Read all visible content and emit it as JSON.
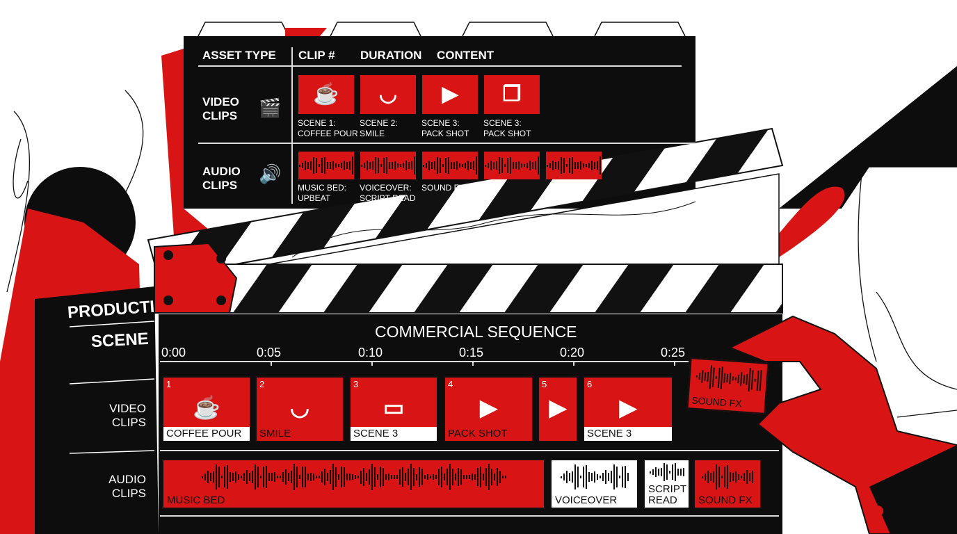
{
  "asset_sheet": {
    "headers": [
      "ASSET TYPE",
      "CLIP #",
      "DURATION",
      "CONTENT"
    ],
    "video_label": "VIDEO CLIPS",
    "audio_label": "AUDIO CLIPS",
    "video_clips": [
      {
        "icon": "coffee-pour-icon",
        "line1": "SCENE 1:",
        "line2": "COFFEE POUR"
      },
      {
        "icon": "smile-icon",
        "line1": "SCENE 2:",
        "line2": "SMILE"
      },
      {
        "icon": "pack-play-icon",
        "line1": "SCENE 3:",
        "line2": "PACK SHOT"
      },
      {
        "icon": "box-icon",
        "line1": "SCENE 3:",
        "line2": "PACK SHOT"
      }
    ],
    "audio_clips": [
      {
        "line1": "MUSIC BED:",
        "line2": "UPBEAT"
      },
      {
        "line1": "VOICEOVER:",
        "line2": "SCRIPT READ"
      },
      {
        "line1": "SOUND FX",
        "line2": ""
      }
    ]
  },
  "slate": {
    "production": "PRODUCTI",
    "scene": "SCENE",
    "video_label": "VIDEO CLIPS",
    "audio_label": "AUDIO CLIPS"
  },
  "timeline": {
    "title": "COMMERCIAL SEQUENCE",
    "ticks": [
      "0:00",
      "0:05",
      "0:10",
      "0:15",
      "0:20",
      "0:25"
    ],
    "video_clips": [
      {
        "num": "1",
        "label": "COFFEE POUR"
      },
      {
        "num": "2",
        "label": "SMILE"
      },
      {
        "num": "3",
        "label": "SCENE 3"
      },
      {
        "num": "4",
        "label": "PACK SHOT"
      },
      {
        "num": "5",
        "label": ""
      },
      {
        "num": "6",
        "label": "SCENE 3"
      }
    ],
    "floating_clip": "SOUND FX",
    "audio_clips": [
      "MUSIC BED",
      "VOICEOVER",
      "SCRIPT READ",
      "SOUND FX"
    ]
  },
  "colors": {
    "red": "#d91414",
    "black": "#0d0d0d",
    "white": "#ffffff"
  }
}
